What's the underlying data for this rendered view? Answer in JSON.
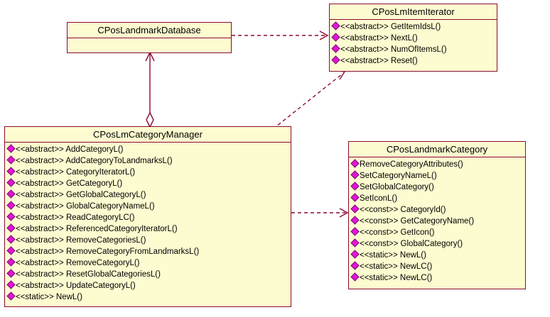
{
  "diagram": {
    "type": "uml-class-diagram",
    "colors": {
      "class_fill": "#fdfbd0",
      "class_border": "#8b0a32",
      "member_icon": "#e313d8",
      "connector": "#8b0a32",
      "background": "#ffffff",
      "text": "#000000"
    },
    "classes": [
      {
        "id": "cposlandmarkdatabase",
        "name": "CPosLandmarkDatabase",
        "members": []
      },
      {
        "id": "cposlmitemiterator",
        "name": "CPosLmItemIterator",
        "members": [
          "<<abstract>> GetItemIdsL()",
          "<<abstract>> NextL()",
          "<<abstract>> NumOfItemsL()",
          "<<abstract>> Reset()"
        ]
      },
      {
        "id": "cposlmcategorymanager",
        "name": "CPosLmCategoryManager",
        "members": [
          "<<abstract>> AddCategoryL()",
          "<<abstract>> AddCategoryToLandmarksL()",
          "<<abstract>> CategoryIteratorL()",
          "<<abstract>> GetCategoryL()",
          "<<abstract>> GetGlobalCategoryL()",
          "<<abstract>> GlobalCategoryNameL()",
          "<<abstract>> ReadCategoryLC()",
          "<<abstract>> ReferencedCategoryIteratorL()",
          "<<abstract>> RemoveCategoriesL()",
          "<<abstract>> RemoveCategoryFromLandmarksL()",
          "<<abstract>> RemoveCategoryL()",
          "<<abstract>> ResetGlobalCategoriesL()",
          "<<abstract>> UpdateCategoryL()",
          "<<static>> NewL()"
        ]
      },
      {
        "id": "cposlandmarkcategory",
        "name": "CPosLandmarkCategory",
        "members": [
          "RemoveCategoryAttributes()",
          "SetCategoryNameL()",
          "SetGlobalCategory()",
          "SetIconL()",
          "<<const>> CategoryId()",
          "<<const>> GetCategoryName()",
          "<<const>> GetIcon()",
          "<<const>> GlobalCategory()",
          "<<static>> NewL()",
          "<<static>> NewLC()",
          "<<static>> NewLC()"
        ]
      }
    ],
    "connectors": [
      {
        "id": "database-to-iterator",
        "kind": "dependency",
        "style": "dashed",
        "from": "cposlandmarkdatabase",
        "to": "cposlmitemiterator",
        "arrow": "open"
      },
      {
        "id": "manager-to-database",
        "kind": "aggregation",
        "style": "solid",
        "from": "cposlmcategorymanager",
        "to": "cposlandmarkdatabase",
        "arrow": "open",
        "diamond": "hollow"
      },
      {
        "id": "manager-to-iterator",
        "kind": "dependency",
        "style": "dashed",
        "from": "cposlmcategorymanager",
        "to": "cposlmitemiterator",
        "arrow": "open"
      },
      {
        "id": "manager-to-category",
        "kind": "dependency",
        "style": "dashed",
        "from": "cposlmcategorymanager",
        "to": "cposlandmarkcategory",
        "arrow": "open"
      }
    ]
  }
}
